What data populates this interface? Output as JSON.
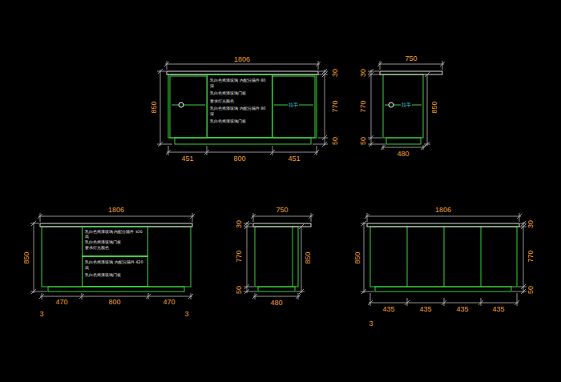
{
  "diagram": {
    "nodes": [
      {
        "text": [
          "乳白色烤漆玻璃 内配分隔件 80深",
          "乳白色烤漆玻璃门板",
          "要求灯光颜色",
          "乳白色烤漆玻璃 内配分隔件 80深",
          "乳白色烤漆玻璃门板"
        ]
      },
      {
        "text": [
          "乳白色烤漆玻璃 内配分隔件 420高",
          "乳白色烤漆玻璃门板",
          "要求灯光颜色"
        ]
      },
      {
        "text": [
          "乳白色烤漆玻璃 内配分隔件 420高",
          "乳白色烤漆玻璃门板"
        ]
      }
    ],
    "labels": [
      "1806",
      "850",
      "30",
      "770",
      "50",
      "451",
      "800",
      "451",
      "拉手",
      "750",
      "30",
      "770",
      "50",
      "850",
      "480",
      "拉手",
      "1806",
      "850",
      "470",
      "800",
      "470",
      "3",
      "3",
      "750",
      "30",
      "770",
      "50",
      "850",
      "480",
      "1806",
      "850",
      "30",
      "770",
      "50",
      "435",
      "435",
      "435",
      "435",
      "3"
    ]
  }
}
